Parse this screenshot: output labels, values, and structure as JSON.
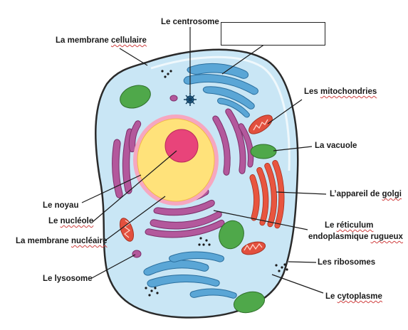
{
  "diagram": {
    "answer_box_text": "",
    "labels": {
      "centrosome": "Le centrosome",
      "cell_membrane_prefix": "La membrane ",
      "cell_membrane_word": "cellulaire",
      "mitochondria_prefix": "Les ",
      "mitochondria_word": "mitochondries",
      "vacuole": "La vacuole",
      "golgi_prefix": "L’appareil de ",
      "golgi_word": "golgi",
      "noyau": "Le noyau",
      "nucleole_prefix": "Le ",
      "nucleole_word": "nucléole",
      "reticulum_line1_prefix": "Le ",
      "reticulum_line1_word": "réticulum",
      "reticulum_line2_prefix": "endoplasmique ",
      "reticulum_line2_word": "rugueux",
      "nuclear_membrane_prefix": "La membrane ",
      "nuclear_membrane_word": "nucléaire",
      "ribosomes": "Les ribosomes",
      "lysosome": "Le lysosome",
      "cytoplasm_prefix": "Le ",
      "cytoplasm_word": "cytoplasme"
    },
    "colors": {
      "cytoplasm": "#c9e6f5",
      "membrane": "#2a2a2a",
      "nucleus": "#ffe27a",
      "nuclear_membrane": "#f6a7c0",
      "nucleolus": "#e8447a",
      "er": "#b3589c",
      "mitochondria": "#5aa6d6",
      "green_organelles": "#4fa84a",
      "red_organelles": "#e2503e",
      "golgi": "#e8553f"
    }
  }
}
